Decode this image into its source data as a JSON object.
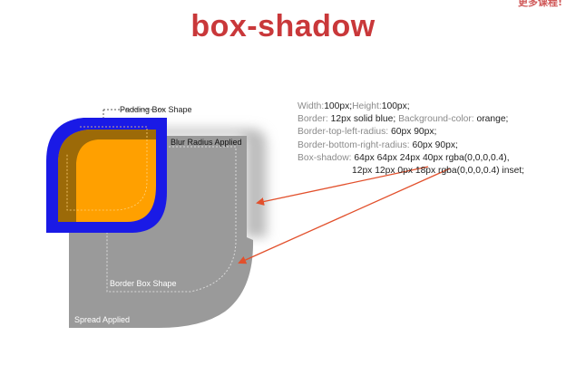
{
  "watermark": "更多课程!",
  "title": "box-shadow",
  "labels": {
    "padding_box": "Padding Box Shape",
    "blur_radius": "Blur Radius Applied",
    "border_box": "Border Box Shape",
    "spread": "Spread Applied"
  },
  "code": {
    "line1_k1": "Width:",
    "line1_v1": "100px;",
    "line1_k2": "Height:",
    "line1_v2": "100px;",
    "line2_k1": "Border: ",
    "line2_v1": "12px solid blue; ",
    "line2_k2": "Background-color: ",
    "line2_v2": "orange;",
    "line3_k": "Border-top-left-radius: ",
    "line3_v": "60px 90px;",
    "line4_k": "Border-bottom-right-radius: ",
    "line4_v": "60px 90px;",
    "line5_k": "Box-shadow: ",
    "line5_v": "64px 64px 24px 40px rgba(0,0,0,0.4),",
    "line6_v": "12px 12px 0px 18px rgba(0,0,0,0.4) inset;"
  },
  "colors": {
    "title": "#c9383a",
    "border": "#1a1ae6",
    "background": "#ffa000",
    "inset_shadow": "#9c6a08",
    "spread_shadow": "#9a9a9a",
    "blur_shadow": "#bdbdbd",
    "arrow": "#e2502c"
  }
}
